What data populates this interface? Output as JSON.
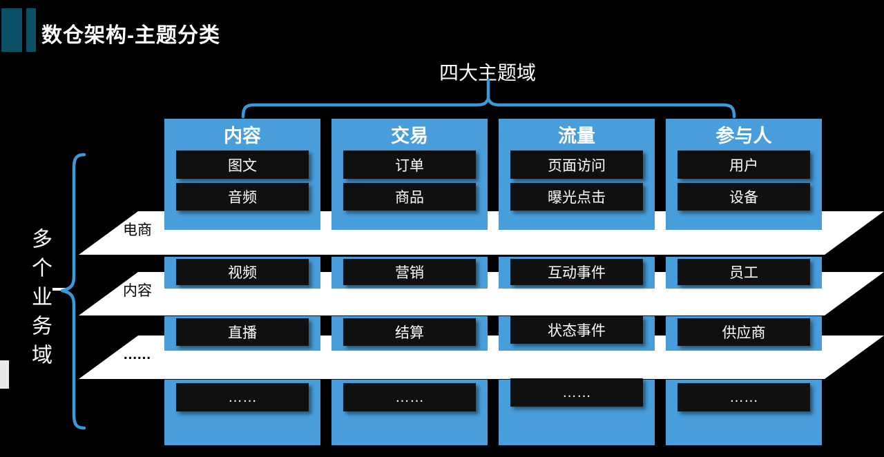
{
  "title": "数仓架构-主题分类",
  "top_brace_label": "四大主题域",
  "left_brace_label": "多个业务域",
  "columns": [
    {
      "header": "内容",
      "rows": [
        "图文",
        "音频",
        "视频",
        "直播",
        "……"
      ]
    },
    {
      "header": "交易",
      "rows": [
        "订单",
        "商品",
        "营销",
        "结算",
        "……"
      ]
    },
    {
      "header": "流量",
      "rows": [
        "页面访问",
        "曝光点击",
        "互动事件",
        "状态事件",
        "……"
      ]
    },
    {
      "header": "参与人",
      "rows": [
        "用户",
        "设备",
        "员工",
        "供应商",
        "……"
      ]
    }
  ],
  "bands": [
    {
      "label": "电商"
    },
    {
      "label": "内容"
    },
    {
      "label": "……"
    }
  ],
  "colors": {
    "background": "#000000",
    "column_blue": "#479edb",
    "brace_blue": "#3b99d8",
    "band_white": "#ffffff",
    "box_black": "#101010",
    "title_accent_teal": "#0c5066",
    "text_white": "#ffffff",
    "band_text_black": "#000000",
    "gray_chip": "#e8e8e8"
  }
}
